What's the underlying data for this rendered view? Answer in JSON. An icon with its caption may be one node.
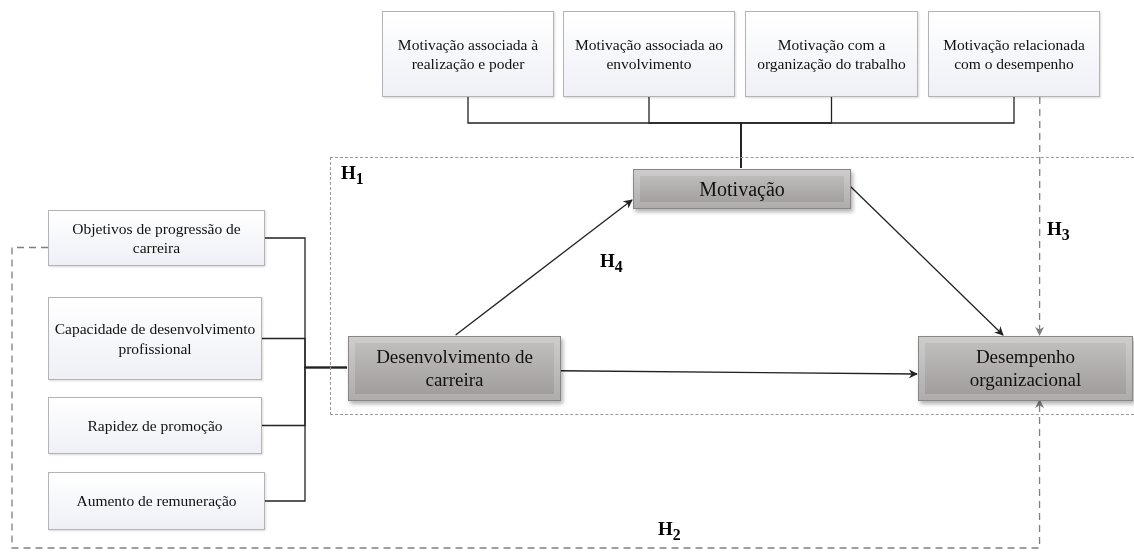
{
  "diagram": {
    "nodes": [
      {
        "text": [
          "Motivação associada à realização e poder"
        ]
      },
      {
        "text": [
          "Motivação associada ao envolvimento"
        ]
      },
      {
        "text": [
          "Motivação com a organização do trabalho"
        ]
      },
      {
        "text": [
          "Motivação relacionada com o desempenho"
        ]
      },
      {
        "text": [
          "H$_{1}$"
        ]
      },
      {
        "text": [
          "Motivação"
        ],
        "in": 4
      },
      {
        "text": [
          "Desenvolvimento de carreira"
        ],
        "in": 4
      },
      {
        "text": [
          "Desempenho organizacional"
        ],
        "in": 4
      },
      {
        "text": [
          "Objetivos de progressão de carreira"
        ]
      },
      {
        "text": [
          "Capacidade de desenvolvimento profissional"
        ]
      },
      {
        "text": [
          "Rapidez de promoção"
        ]
      },
      {
        "text": [
          "Aumento de remuneração"
        ]
      }
    ],
    "edges": [
      {
        "from": 0,
        "to": 5,
        "arrow": "none"
      },
      {
        "from": 1,
        "to": 5,
        "arrow": "none"
      },
      {
        "from": 2,
        "to": 5,
        "arrow": "none"
      },
      {
        "from": 3,
        "to": 5,
        "arrow": "none"
      },
      {
        "from": 8,
        "to": 6,
        "arrow": "none"
      },
      {
        "from": 9,
        "to": 6,
        "arrow": "none"
      },
      {
        "from": 10,
        "to": 6,
        "arrow": "none"
      },
      {
        "from": 11,
        "to": 6,
        "arrow": "none"
      },
      {
        "from": 6,
        "to": 5,
        "arrow": "to"
      },
      {
        "from": 5,
        "to": 7,
        "arrow": "to"
      },
      {
        "from": 6,
        "to": 7,
        "arrow": "to"
      },
      {
        "from": 3,
        "to": 7,
        "arrow": "to",
        "label": "H$_{3}$",
        "style": "dashed",
        "color": "#808080"
      },
      {
        "from": 8,
        "to": 7,
        "arrow": "to",
        "label": "H$_{2}$",
        "style": "dashed",
        "color": "#808080"
      }
    ],
    "labels": [
      "H$_{4}$"
    ]
  }
}
